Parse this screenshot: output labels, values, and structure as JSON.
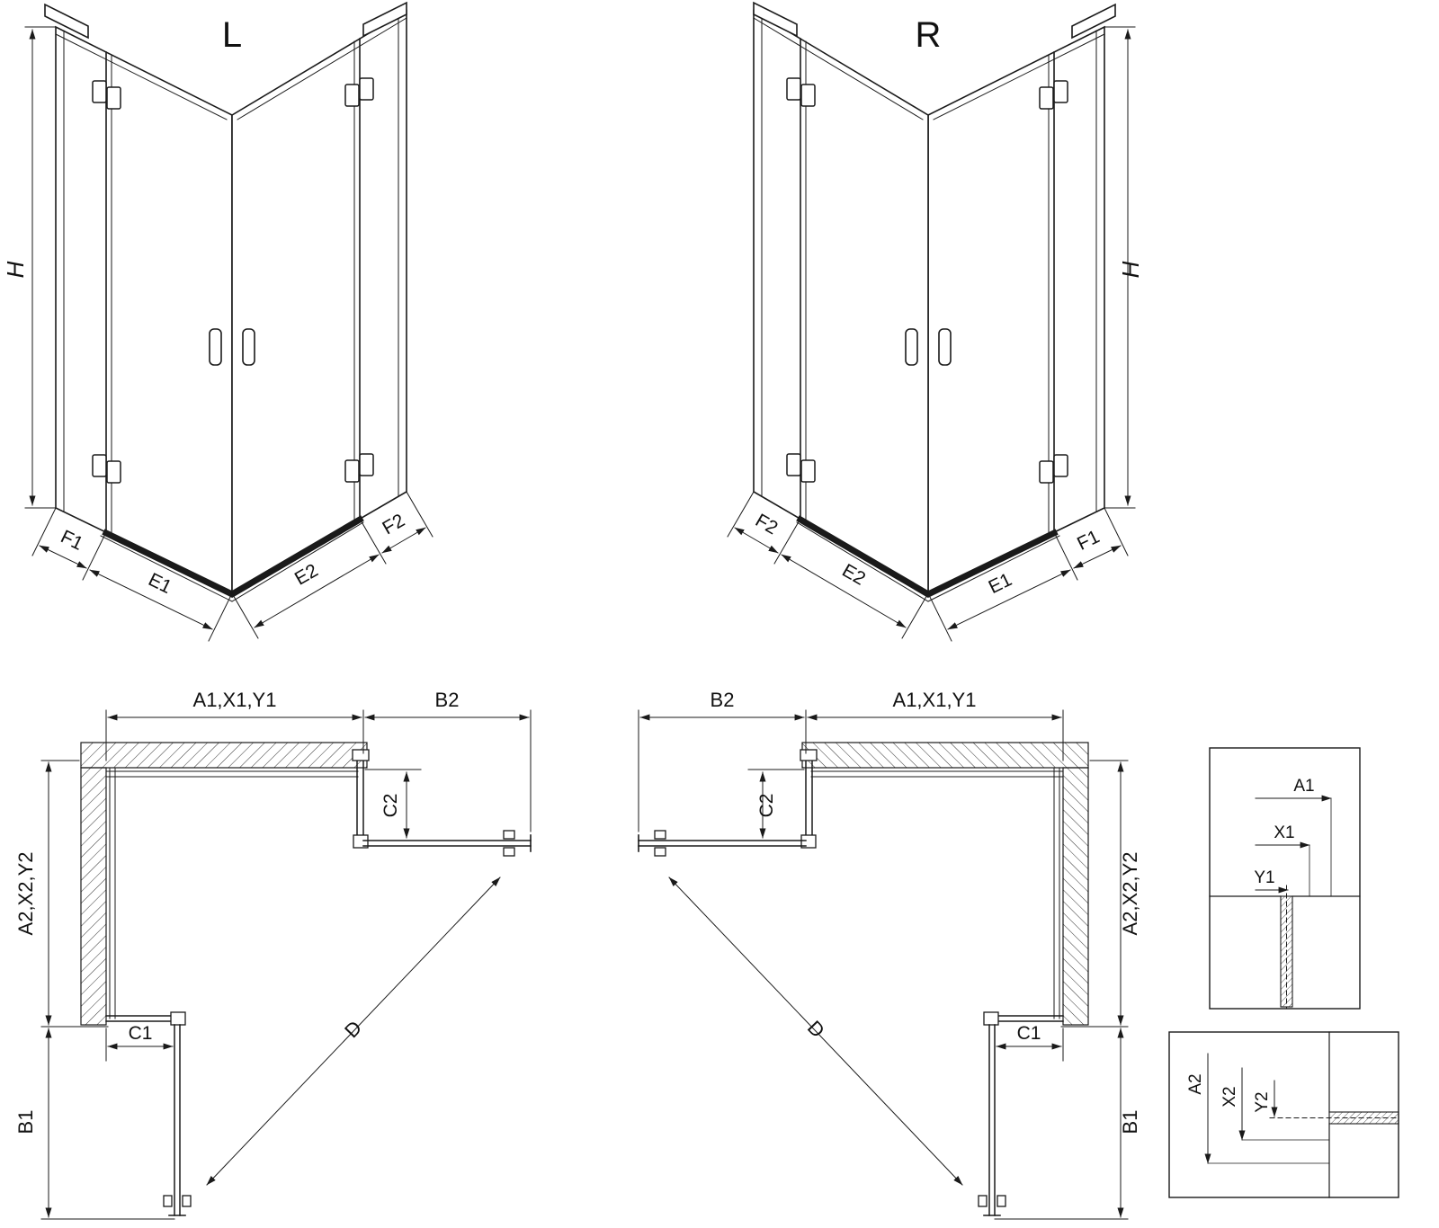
{
  "drawing": {
    "background": "#ffffff",
    "line_color": "#1a1a1a"
  },
  "iso_views": [
    {
      "label": "L",
      "height_dim": "H",
      "bottom_dims": [
        "F1",
        "E1",
        "E2",
        "F2"
      ]
    },
    {
      "label": "R",
      "height_dim": "H",
      "bottom_dims": [
        "F2",
        "E2",
        "E1",
        "F1"
      ]
    }
  ],
  "plan_views": [
    {
      "top_dim": "A1,X1,Y1",
      "door_top_dim": "B2",
      "fixed_right_dim": "C2",
      "side_dim": "A2,X2,Y2",
      "door_side_dim": "B1",
      "fixed_bottom_dim": "C1",
      "diagonal_dim": "D"
    },
    {
      "top_dim": "A1,X1,Y1",
      "door_top_dim": "B2",
      "fixed_right_dim": "C2",
      "side_dim": "A2,X2,Y2",
      "door_side_dim": "B1",
      "fixed_bottom_dim": "C1",
      "diagonal_dim": "D"
    }
  ],
  "detail_views": [
    {
      "dims": [
        "A1",
        "X1",
        "Y1"
      ]
    },
    {
      "dims": [
        "A2",
        "X2",
        "Y2"
      ]
    }
  ]
}
